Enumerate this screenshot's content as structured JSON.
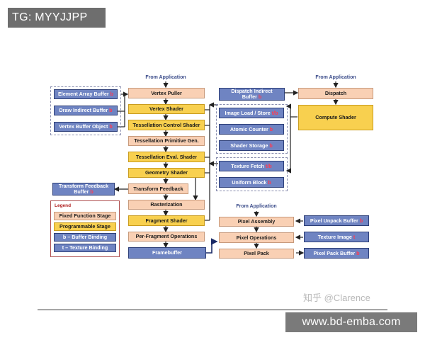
{
  "tag": "TG: MYYJJPP",
  "footer_tag": "www.bd-emba.com",
  "watermark": "知乎 @Clarence",
  "diagram": {
    "from_application_1": "From Application",
    "from_application_2": "From Application",
    "from_application_3": "From Application",
    "pipeline": {
      "vertex_puller": "Vertex Puller",
      "vertex_shader": "Vertex Shader",
      "tess_control": "Tessellation Control Shader",
      "tess_prim_gen": "Tessellation Primitive Gen.",
      "tess_eval": "Tessellation Eval. Shader",
      "geometry_shader": "Geometry Shader",
      "transform_feedback": "Transform Feedback",
      "rasterization": "Rasterization",
      "fragment_shader": "Fragment Shader",
      "per_fragment_ops": "Per-Fragment Operations",
      "framebuffer": "Framebuffer"
    },
    "left_buffers": {
      "element_array": "Element Array Buffer",
      "draw_indirect": "Draw Indirect Buffer",
      "vertex_buffer": "Vertex Buffer Object",
      "transform_feedback_buffer": "Transform Feedback Buffer",
      "suffix_b": "b"
    },
    "compute": {
      "dispatch_indirect": "Dispatch Indirect Buffer",
      "dispatch": "Dispatch",
      "compute_shader": "Compute Shader"
    },
    "resources": {
      "image_load_store": "Image Load / Store",
      "image_suffix": "t/b",
      "atomic_counter": "Atomic Counter",
      "atomic_suffix": "b",
      "shader_storage": "Shader Storage",
      "storage_suffix": "b",
      "texture_fetch": "Texture Fetch",
      "texture_suffix": "t/b",
      "uniform_block": "Uniform Block",
      "uniform_suffix": "b"
    },
    "pixel": {
      "pixel_assembly": "Pixel Assembly",
      "pixel_operations": "Pixel Operations",
      "pixel_pack": "Pixel Pack",
      "pixel_unpack_buffer": "Pixel Unpack Buffer",
      "unpack_suffix": "b",
      "texture_image": "Texture Image",
      "texture_image_suffix": "t",
      "pixel_pack_buffer": "Pixel Pack Buffer",
      "pack_suffix": "b"
    },
    "legend": {
      "title": "Legend",
      "fixed": "Fixed Function Stage",
      "programmable": "Programmable Stage",
      "buffer_binding": "b – Buffer Binding",
      "texture_binding": "t – Texture Binding"
    },
    "colors": {
      "fixed": "#f9d0b4",
      "programmable": "#f8d04f",
      "buffer": "#6f84c2",
      "binding_letter": "#c8102e"
    }
  }
}
